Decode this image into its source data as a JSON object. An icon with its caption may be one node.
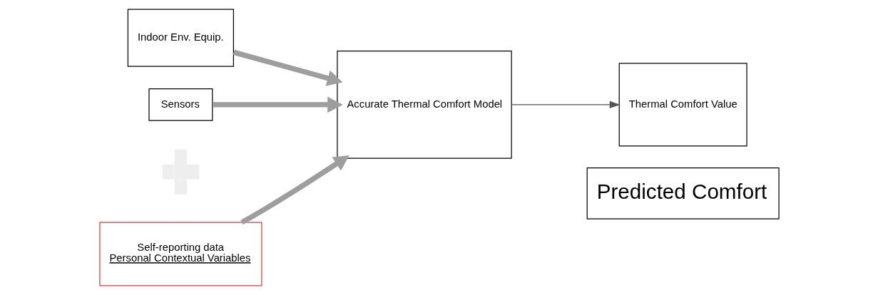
{
  "diagram": {
    "nodes": [
      {
        "text": [
          "Indoor Env. Equip."
        ]
      },
      {
        "text": [
          "Sensors"
        ]
      },
      {
        "text": [],
        "shape": "cross"
      },
      {
        "text": [
          "Self-reporting data",
          "Personal Contextual Variables"
        ]
      },
      {
        "text": [
          "Accurate Thermal Comfort Model"
        ]
      },
      {
        "text": [
          "Thermal Comfort Value"
        ]
      },
      {
        "text": [
          "Predicted Comfort"
        ]
      }
    ],
    "edges": [
      {
        "from": 0,
        "to": 4,
        "arrow": "to"
      },
      {
        "from": 1,
        "to": 4,
        "arrow": "to"
      },
      {
        "from": 3,
        "to": 4,
        "arrow": "to"
      },
      {
        "from": 4,
        "to": 5,
        "arrow": "to",
        "color": "#555555"
      }
    ]
  }
}
